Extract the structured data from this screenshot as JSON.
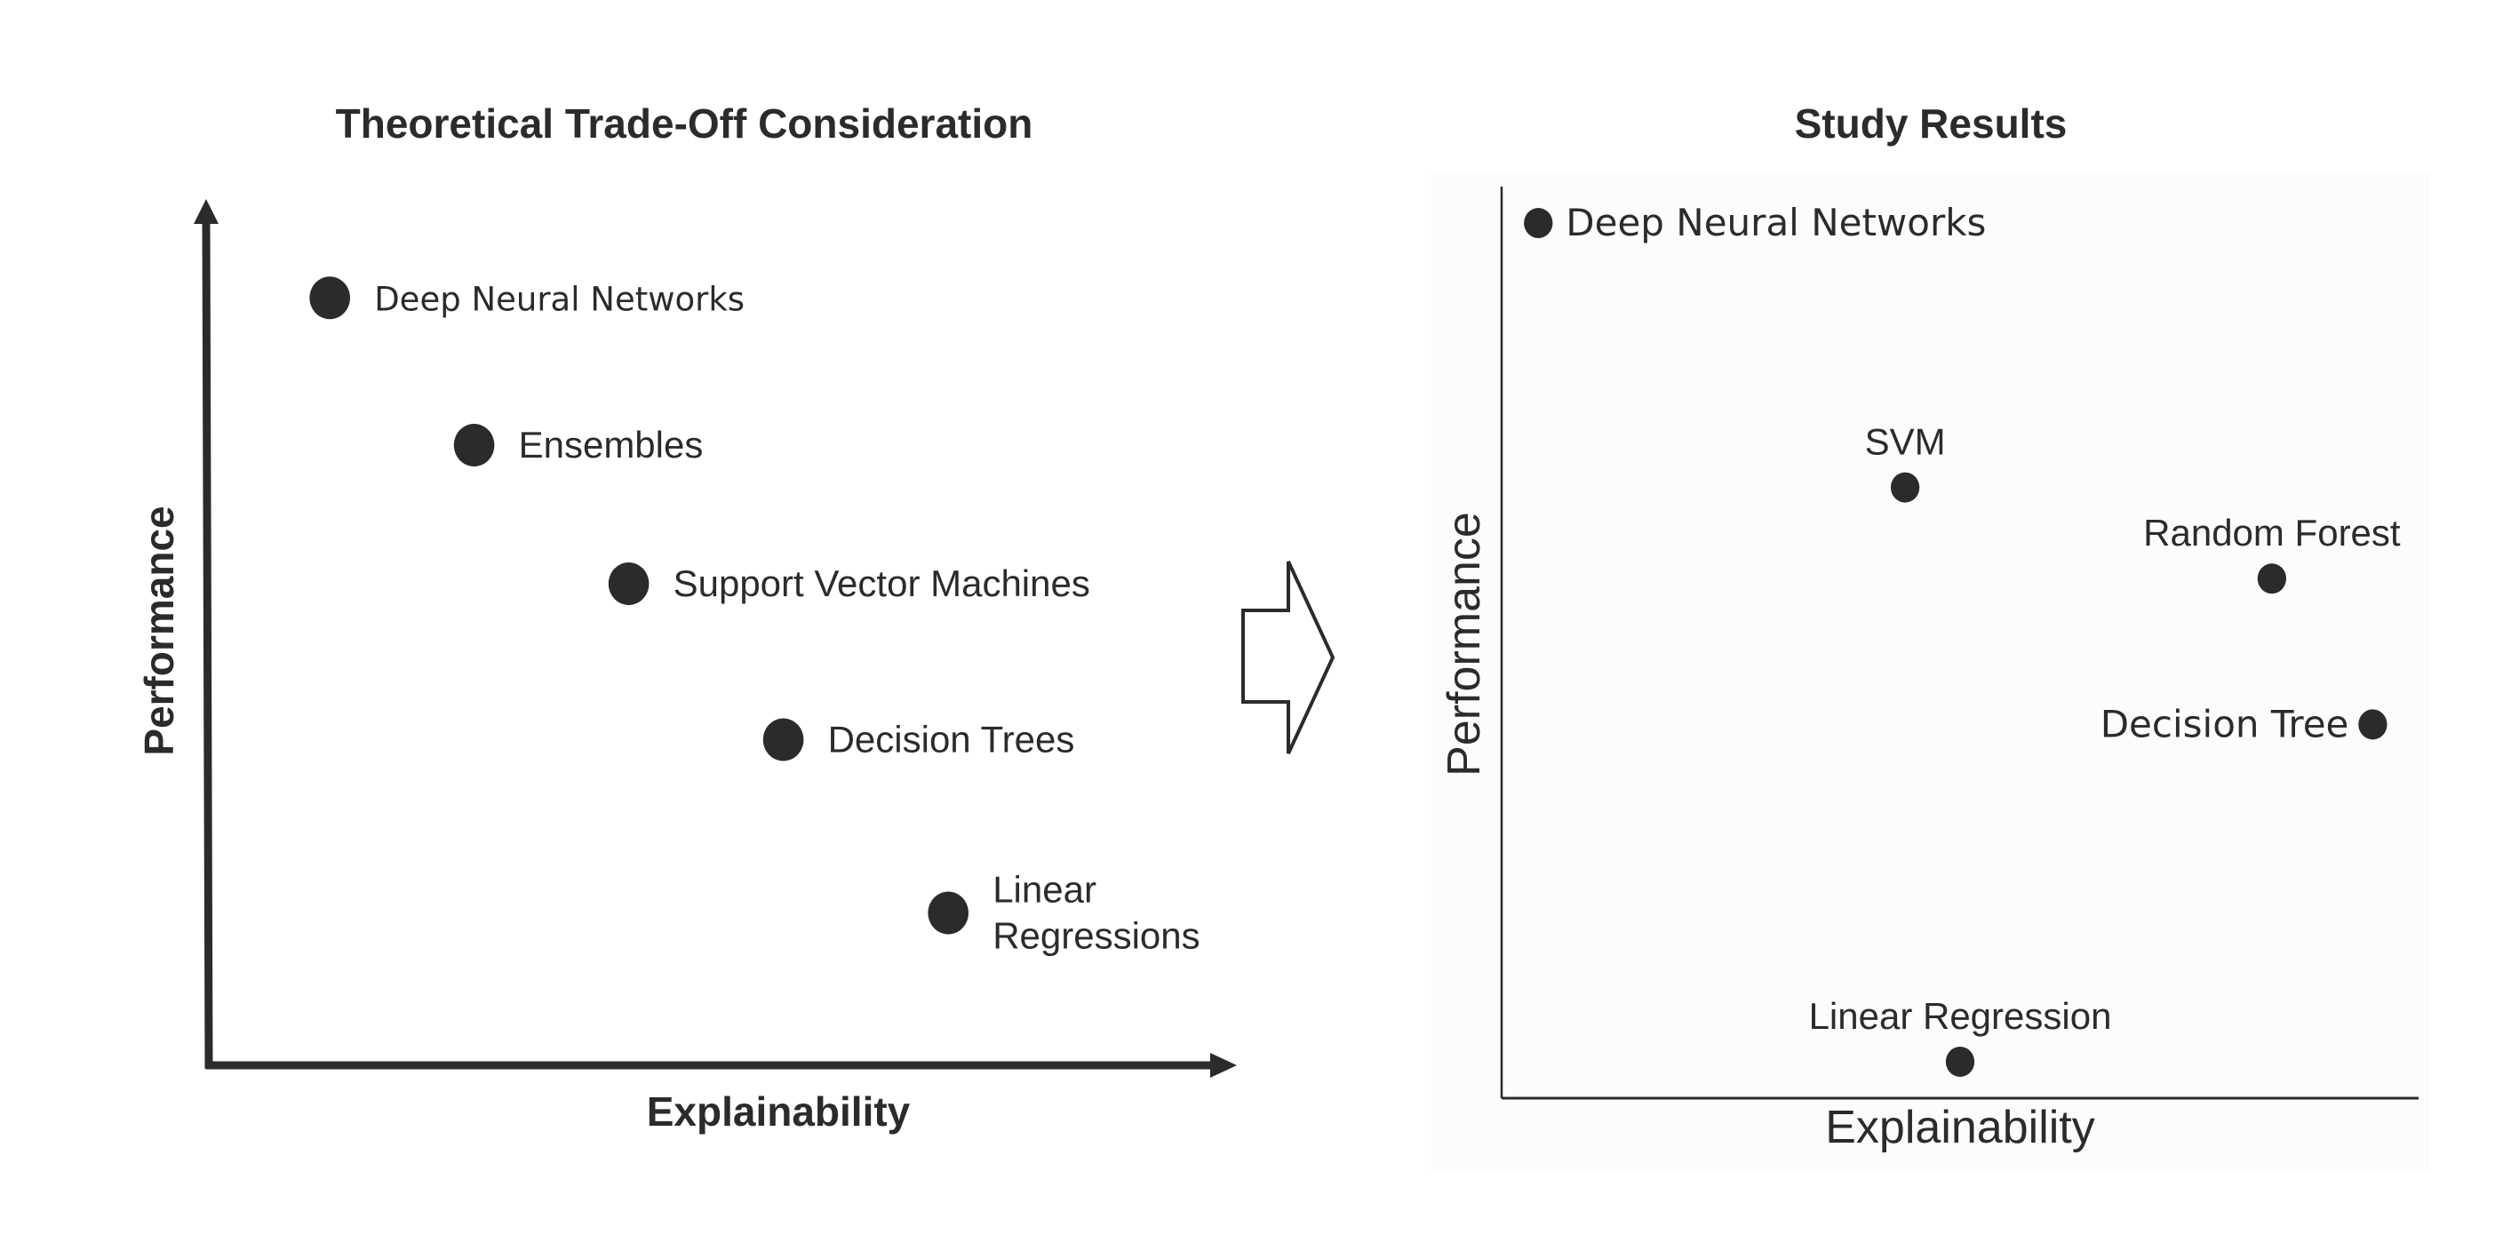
{
  "colors": {
    "ink": "#2b2b2b",
    "panel_background": "#fcfcfc",
    "page_background": "#ffffff"
  },
  "transition_arrow": {
    "icon": "right-block-arrow-icon",
    "direction": "right"
  },
  "chart_data": [
    {
      "type": "scatter",
      "title": "Theoretical Trade-Off Consideration",
      "xlabel": "Explainability",
      "ylabel": "Performance",
      "xlim": [
        0,
        10
      ],
      "ylim": [
        0,
        10
      ],
      "grid": false,
      "axes_style": "arrows",
      "ticks": false,
      "points": [
        {
          "label": "Deep Neural Networks",
          "label_lines": [
            "Deep Neural Networks"
          ],
          "x": 1.2,
          "y": 8.9,
          "label_position": "right"
        },
        {
          "label": "Ensembles",
          "label_lines": [
            "Ensembles"
          ],
          "x": 2.6,
          "y": 7.2,
          "label_position": "right"
        },
        {
          "label": "Support Vector Machines",
          "label_lines": [
            "Support Vector Machines"
          ],
          "x": 4.1,
          "y": 5.6,
          "label_position": "right"
        },
        {
          "label": "Decision Trees",
          "label_lines": [
            "Decision Trees"
          ],
          "x": 5.6,
          "y": 3.8,
          "label_position": "right"
        },
        {
          "label": "Linear Regressions",
          "label_lines": [
            "Linear",
            "Regressions"
          ],
          "x": 7.2,
          "y": 1.8,
          "label_position": "right"
        }
      ]
    },
    {
      "type": "scatter",
      "title": "Study Results",
      "xlabel": "Explainability",
      "ylabel": "Performance",
      "xlim": [
        0,
        10
      ],
      "ylim": [
        0,
        10
      ],
      "grid": false,
      "axes_style": "lines",
      "ticks": false,
      "points": [
        {
          "label": "Deep Neural Networks",
          "x": 0.4,
          "y": 9.6,
          "label_position": "right"
        },
        {
          "label": "SVM",
          "x": 4.4,
          "y": 6.7,
          "label_position": "top"
        },
        {
          "label": "Random Forest",
          "x": 8.4,
          "y": 5.7,
          "label_position": "top"
        },
        {
          "label": "Decision Tree",
          "x": 9.5,
          "y": 4.1,
          "label_position": "left"
        },
        {
          "label": "Linear Regression",
          "x": 5.0,
          "y": 0.4,
          "label_position": "top"
        }
      ]
    }
  ]
}
